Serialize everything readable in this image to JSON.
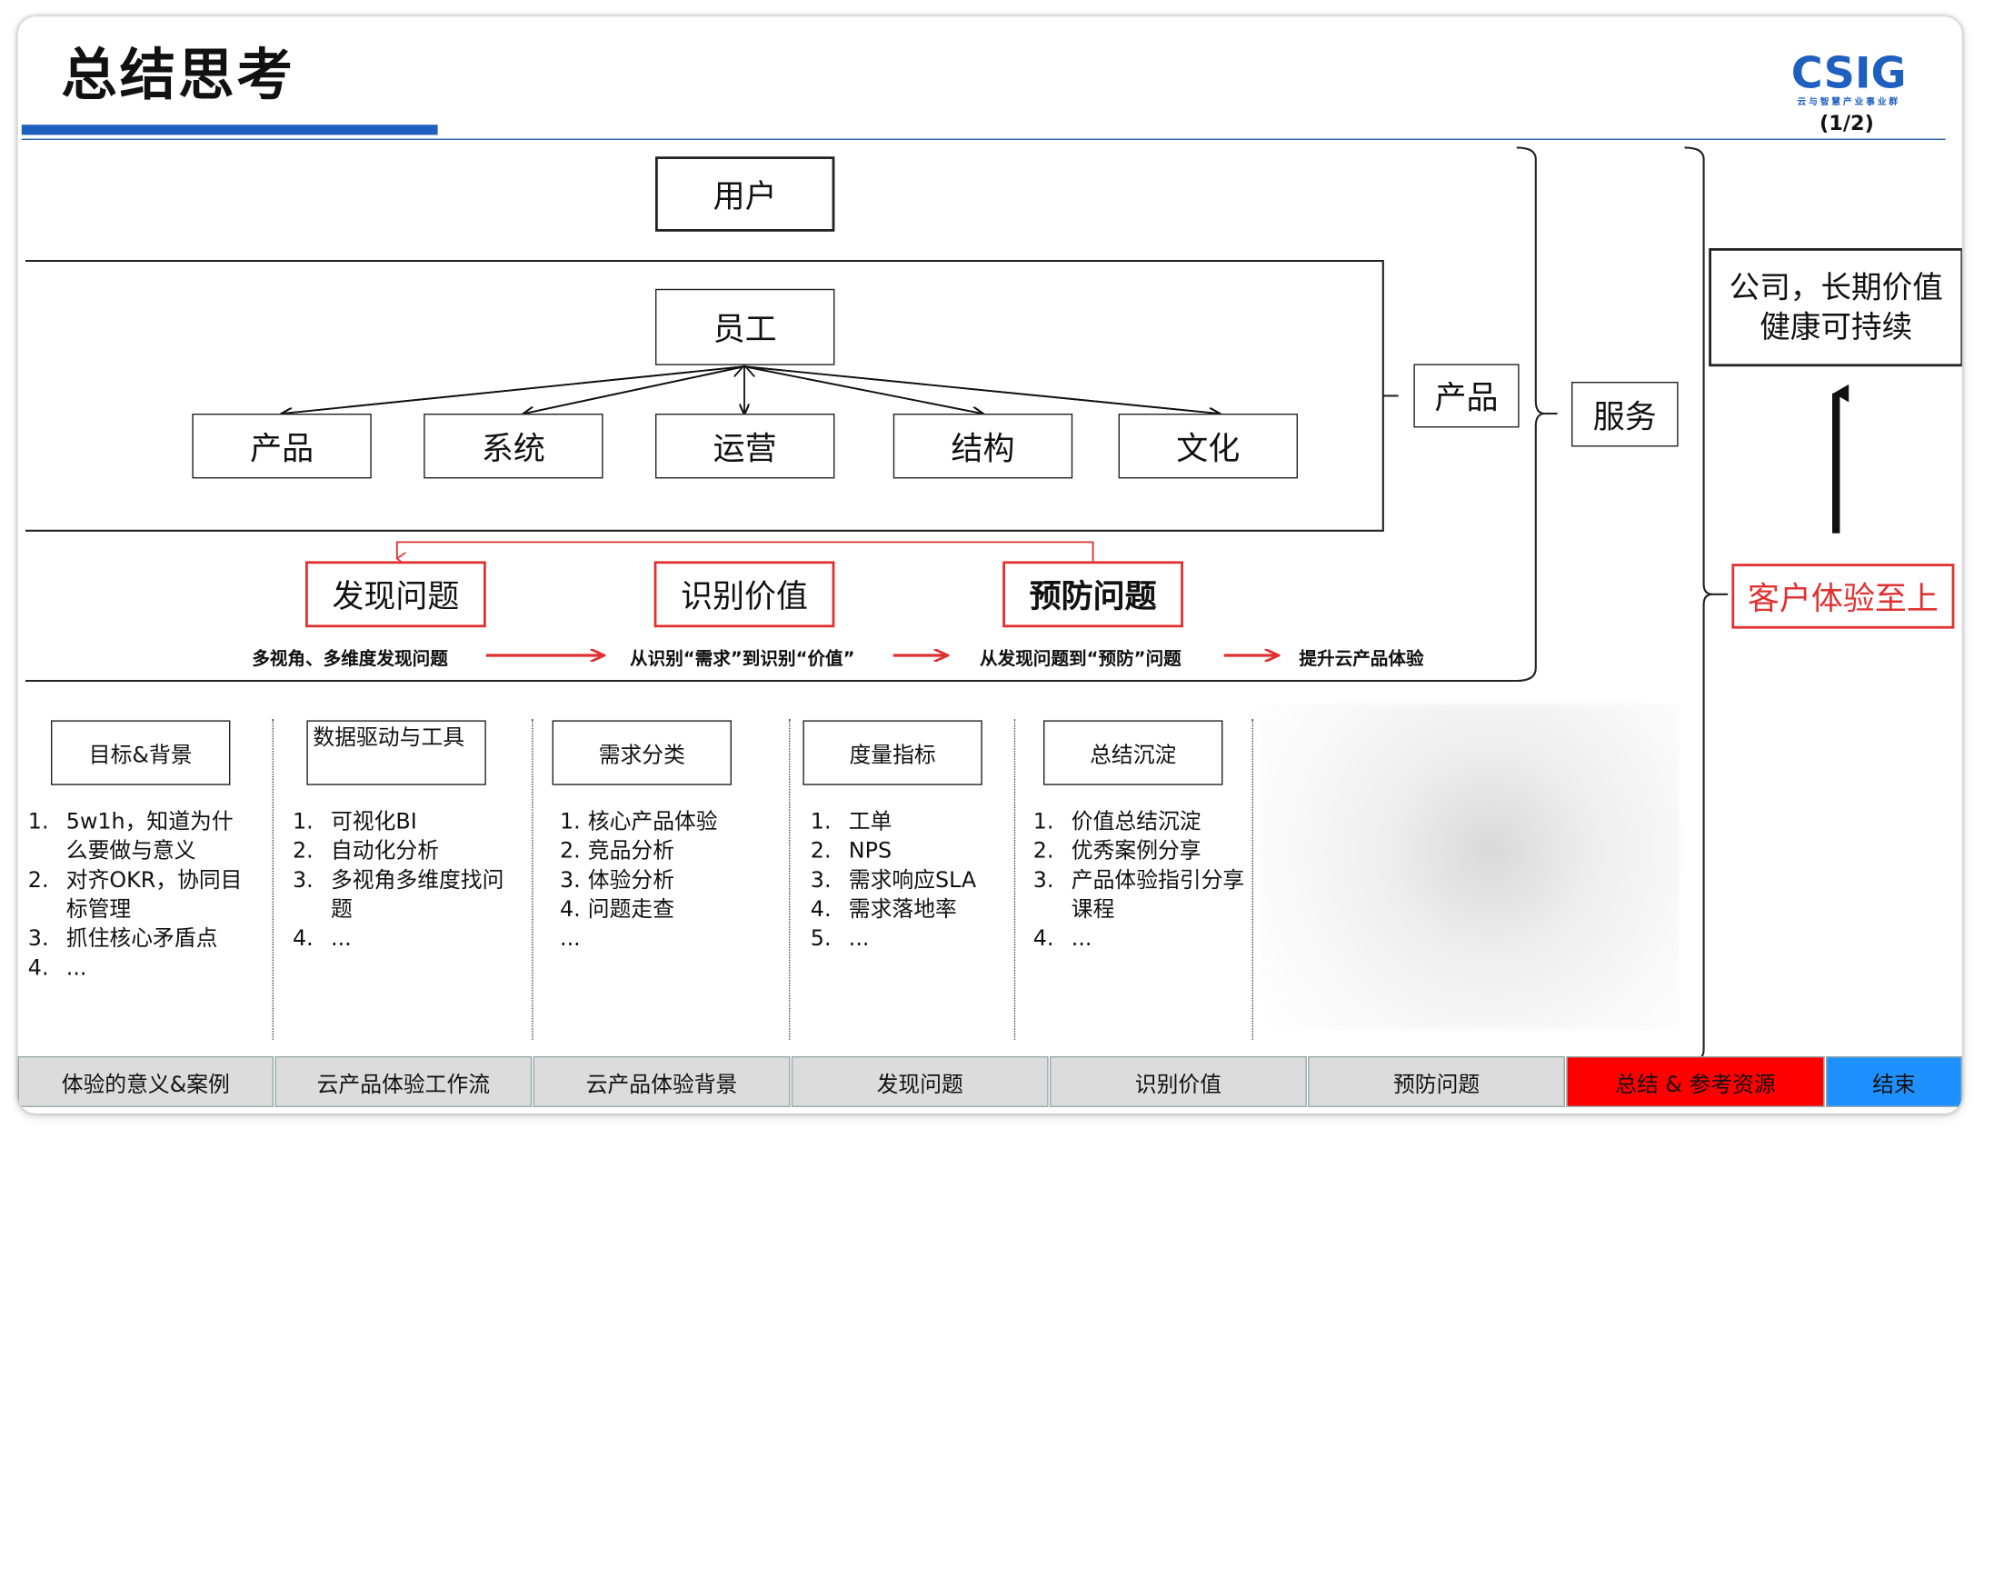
{
  "header": {
    "title": "总结思考",
    "logo_text": "CSIG",
    "logo_sub": "云与智慧产业事业群",
    "page_indicator": "(1/2)"
  },
  "diagram": {
    "user": "用户",
    "employee": "员工",
    "children": [
      "产品",
      "系统",
      "运营",
      "结构",
      "文化"
    ],
    "product": "产品",
    "service": "服务",
    "company": "公司，长期价值 健康可持续",
    "customer": "客户体验至上",
    "steps": [
      "发现问题",
      "识别价值",
      "预防问题"
    ],
    "descriptions": [
      "多视角、多维度发现问题",
      "从识别“需求”到识别“价值”",
      "从发现问题到“预防”问题"
    ],
    "outcome": "提升云产品体验"
  },
  "columns": [
    {
      "heading": "目标&背景",
      "items": [
        {
          "n": "1.",
          "t": "5w1h，知道为什么要做与意义"
        },
        {
          "n": "2.",
          "t": "对齐OKR，协同目标管理"
        },
        {
          "n": "3.",
          "t": "抓住核心矛盾点"
        },
        {
          "n": "4.",
          "t": "..."
        }
      ]
    },
    {
      "heading": "数据驱动与工具",
      "items": [
        {
          "n": "1.",
          "t": "可视化BI"
        },
        {
          "n": "2.",
          "t": "自动化分析"
        },
        {
          "n": "3.",
          "t": "多视角多维度找问题"
        },
        {
          "n": "4.",
          "t": "..."
        }
      ]
    },
    {
      "heading": "需求分类",
      "items": [
        {
          "n": "1.",
          "t": "核心产品体验"
        },
        {
          "n": "2.",
          "t": "竞品分析"
        },
        {
          "n": "3.",
          "t": "体验分析"
        },
        {
          "n": "4.",
          "t": "问题走查"
        },
        {
          "n": "",
          "t": "..."
        }
      ]
    },
    {
      "heading": "度量指标",
      "items": [
        {
          "n": "1.",
          "t": "工单"
        },
        {
          "n": "2.",
          "t": "NPS"
        },
        {
          "n": "3.",
          "t": "需求响应SLA"
        },
        {
          "n": "4.",
          "t": "需求落地率"
        },
        {
          "n": "5.",
          "t": "..."
        }
      ]
    },
    {
      "heading": "总结沉淀",
      "items": [
        {
          "n": "1.",
          "t": "价值总结沉淀"
        },
        {
          "n": "2.",
          "t": "优秀案例分享"
        },
        {
          "n": "3.",
          "t": "产品体验指引分享课程"
        },
        {
          "n": "4.",
          "t": "..."
        }
      ]
    }
  ],
  "nav": [
    {
      "label": "体验的意义&案例"
    },
    {
      "label": "云产品体验工作流"
    },
    {
      "label": "云产品体验背景"
    },
    {
      "label": "发现问题"
    },
    {
      "label": "识别价值"
    },
    {
      "label": "预防问题"
    },
    {
      "label": "总结 & 参考资源",
      "color": "#ff0000"
    },
    {
      "label": "结束",
      "color": "#1e90ff"
    }
  ],
  "colors": {
    "accent_blue": "#1f5fbf",
    "highlight_red": "#e03131",
    "nav_gray": "#dcdcdc",
    "nav_active": "#ff0000",
    "nav_end": "#1e90ff"
  }
}
